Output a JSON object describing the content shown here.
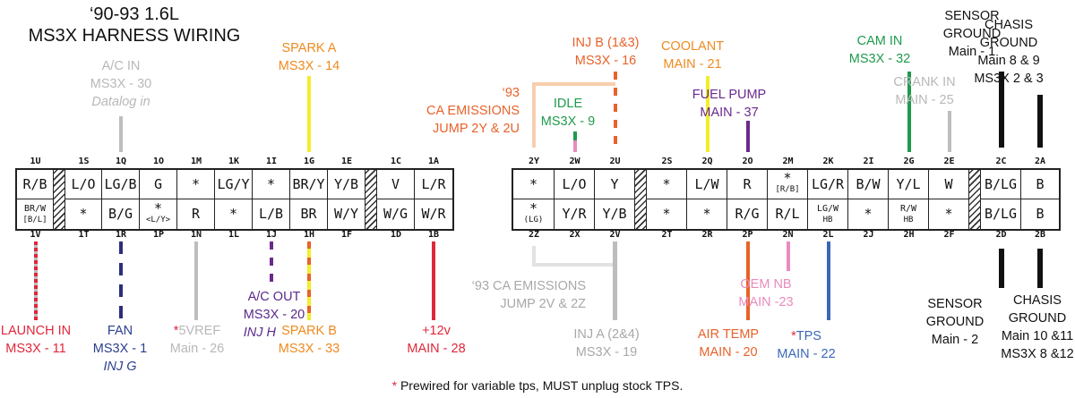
{
  "title": {
    "line1": "‘90-93 1.6L",
    "line2": "MS3X HARNESS WIRING"
  },
  "colors": {
    "orange": "#ef8a1f",
    "yellow": "#f2ee2a",
    "gray": "#bdbdbd",
    "red": "#e0263a",
    "navy": "#2b2f7a",
    "purple": "#6a2a8c",
    "green": "#1f9a4c",
    "pink": "#e98bbd",
    "blue": "#3a68b8",
    "airtemp": "#e8622a",
    "peach": "#f7cfae",
    "black": "#111111"
  },
  "connector1": {
    "top_pins": [
      "1U",
      "1S",
      "1Q",
      "1O",
      "1M",
      "1K",
      "1I",
      "1G",
      "1E",
      "1C",
      "1A"
    ],
    "bottom_pins": [
      "1V",
      "1T",
      "1R",
      "1P",
      "1N",
      "1L",
      "1J",
      "1H",
      "1F",
      "1D",
      "1B"
    ],
    "top_cells": [
      "R/B",
      "L/O",
      "LG/B",
      "G",
      "*",
      "LG/Y",
      "*",
      "BR/Y",
      "Y/B",
      "V",
      "L/R"
    ],
    "bottom_cells": [
      "BR/W|[B/L]",
      "*",
      "B/G",
      "*|<L/Y>",
      "R",
      "*",
      "L/B",
      "BR",
      "W/Y",
      "W/G",
      "W/R"
    ]
  },
  "connector2": {
    "top_pins": [
      "2Y",
      "2W",
      "2U",
      "2S",
      "2Q",
      "2O",
      "2M",
      "2K",
      "2I",
      "2G",
      "2E",
      "2C",
      "2A"
    ],
    "bottom_pins": [
      "2Z",
      "2X",
      "2V",
      "2T",
      "2R",
      "2P",
      "2N",
      "2L",
      "2J",
      "2H",
      "2F",
      "2D",
      "2B"
    ],
    "top_cells": [
      "*",
      "L/O",
      "Y",
      "*",
      "L/W",
      "R",
      "*|[R/B]",
      "LG/R",
      "B/W",
      "Y/L",
      "W",
      "B/LG",
      "B"
    ],
    "bottom_cells": [
      "*|(LG)",
      "Y/R",
      "Y/B",
      "*",
      "*",
      "R/G",
      "R/L",
      "LG/W|HB",
      "*",
      "R/W|HB",
      "*",
      "B/LG",
      "B"
    ]
  },
  "labels": {
    "ac_in": {
      "l1": "A/C IN",
      "l2": "MS3X - 30",
      "l3": "Datalog in"
    },
    "spark_a": {
      "l1": "SPARK A",
      "l2": "MS3X - 14"
    },
    "ca93_top": {
      "l1": "‘93",
      "l2": "CA EMISSIONS",
      "l3": "JUMP 2Y & 2U"
    },
    "idle": {
      "l1": "IDLE",
      "l2": "MS3X - 9"
    },
    "inj_b": {
      "l1": "INJ B (1&3)",
      "l2": "MS3X - 16"
    },
    "coolant": {
      "l1": "COOLANT",
      "l2": "MAIN - 21"
    },
    "fuel_pump": {
      "l1": "FUEL PUMP",
      "l2": "MAIN - 37"
    },
    "cam_in": {
      "l1": "CAM IN",
      "l2": "MS3X - 32"
    },
    "crank_in": {
      "l1": "CRANK IN",
      "l2": "MAIN - 25"
    },
    "sensor_ground1": {
      "l1": "SENSOR",
      "l2": "GROUND",
      "l3": "Main - 1"
    },
    "chasis_ground1": {
      "l1": "CHASIS",
      "l2": "GROUND",
      "l3": "Main 8 & 9",
      "l4": "MS3X 2 & 3"
    },
    "launch_in": {
      "l1": "LAUNCH IN",
      "l2": "MS3X - 11"
    },
    "fan": {
      "l1": "FAN",
      "l2": "MS3X - 1",
      "l3": "INJ G"
    },
    "vref": {
      "star": "*",
      "l1": "5VREF",
      "l2": "Main - 26"
    },
    "ac_out": {
      "l1": "A/C OUT",
      "l2": "MS3X - 20",
      "l3": "INJ H"
    },
    "spark_b": {
      "l1": "SPARK B",
      "l2": "MS3X - 33"
    },
    "plus12v": {
      "l1": "+12v",
      "l2": "MAIN - 28"
    },
    "ca93_bottom": {
      "l1": "‘93 CA EMISSIONS",
      "l2": "JUMP 2V & 2Z"
    },
    "inj_a": {
      "l1": "INJ A (2&4)",
      "l2": "MS3X - 19"
    },
    "air_temp": {
      "l1": "AIR TEMP",
      "l2": "MAIN - 20"
    },
    "oem_nb": {
      "l1": "OEM NB",
      "l2": "MAIN -23"
    },
    "tps": {
      "star": "*",
      "l1": "TPS",
      "l2": "MAIN - 22"
    },
    "sensor_ground2": {
      "l1": "SENSOR",
      "l2": "GROUND",
      "l3": "Main - 2"
    },
    "chasis_ground2": {
      "l1": "CHASIS",
      "l2": "GROUND",
      "l3": "Main 10 &11",
      "l4": "MS3X 8 &12"
    }
  },
  "footnote": {
    "star": "*",
    "text": " Prewired for variable tps, MUST unplug stock TPS."
  }
}
